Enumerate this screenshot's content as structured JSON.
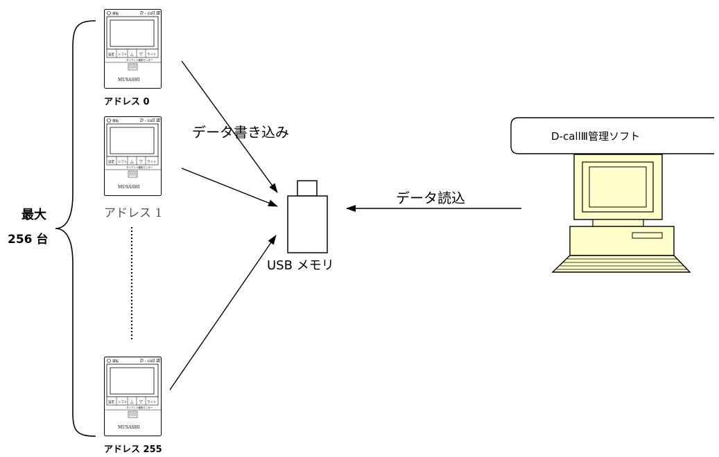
{
  "left_group": {
    "max_label": "最大",
    "count_label": "256 台"
  },
  "devices": [
    {
      "address_label": "アドレス 0",
      "panel": {
        "indicator_text": "運転",
        "model_text": "D - call Ⅲ",
        "buttons": [
          "設定",
          "シフト",
          "△",
          "▽",
          "ライト"
        ],
        "caption": "ダイアンド報知モニター",
        "brand": "MUSASHI"
      }
    },
    {
      "address_label": "アドレス 1",
      "panel": {
        "indicator_text": "運転",
        "model_text": "D - call Ⅲ",
        "buttons": [
          "設定",
          "シフト",
          "△",
          "▽",
          "ライト"
        ],
        "caption": "ダイアンド報知モニター",
        "brand": "MUSASHI"
      }
    },
    {
      "address_label": "アドレス 255",
      "panel": {
        "indicator_text": "運転",
        "model_text": "D - call Ⅲ",
        "buttons": [
          "設定",
          "シフト",
          "△",
          "▽",
          "ライト"
        ],
        "caption": "ダイアンド報知モニター",
        "brand": "MUSASHI"
      }
    }
  ],
  "flow": {
    "write_label": "データ書き込み",
    "read_label": "データ読込"
  },
  "usb": {
    "label": "USB メモリ"
  },
  "software": {
    "label": "D-callⅢ管理ソフト"
  },
  "colors": {
    "computer_fill": "#ffffcc",
    "line": "#000000"
  }
}
